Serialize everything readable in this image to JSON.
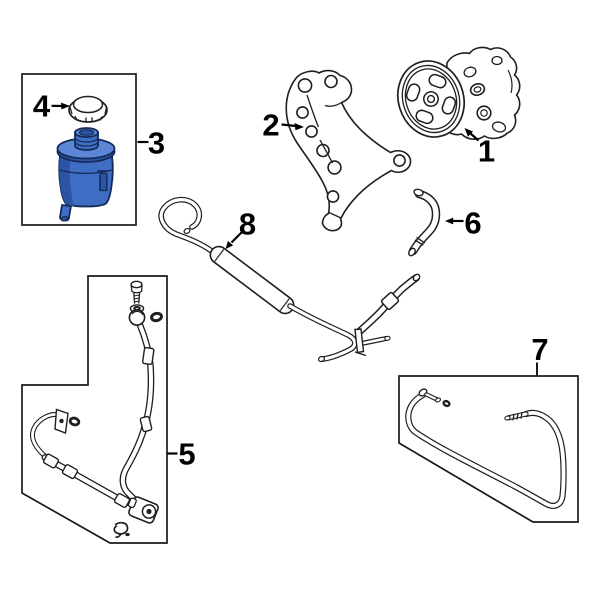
{
  "palette": {
    "background": "#ffffff",
    "line_color": "#1f1f1f",
    "box_stroke": "#1a1a1a",
    "label_color": "#000000",
    "highlight_body": "#3e6dc4",
    "highlight_light": "#5c86d6",
    "highlight_dark": "#2b53a6",
    "highlight_outline": "#152a55"
  },
  "diagram": {
    "kind": "exploded-parts-illustration",
    "subject": "power-steering-pump-and-hoses",
    "highlighted_callout": "3"
  },
  "callouts": [
    {
      "label": "1",
      "part": "power-steering-pump",
      "leader": "arrow"
    },
    {
      "label": "2",
      "part": "pump-mounting-bracket",
      "leader": "arrow"
    },
    {
      "label": "3",
      "part": "fluid-reservoir",
      "leader": "dash",
      "highlighted": true
    },
    {
      "label": "4",
      "part": "reservoir-cap",
      "leader": "arrow"
    },
    {
      "label": "5",
      "part": "pressure-hose-assembly",
      "leader": "dash"
    },
    {
      "label": "6",
      "part": "reservoir-suction-hose",
      "leader": "arrow"
    },
    {
      "label": "7",
      "part": "return-hose",
      "leader": "line"
    },
    {
      "label": "8",
      "part": "cooler-line",
      "leader": "arrow"
    }
  ],
  "groups": [
    {
      "box": "reservoir-box",
      "contains": [
        "3",
        "4"
      ]
    },
    {
      "box": "pressure-hose-box",
      "contains": [
        "5"
      ]
    },
    {
      "box": "return-hose-box",
      "contains": [
        "7"
      ]
    }
  ]
}
